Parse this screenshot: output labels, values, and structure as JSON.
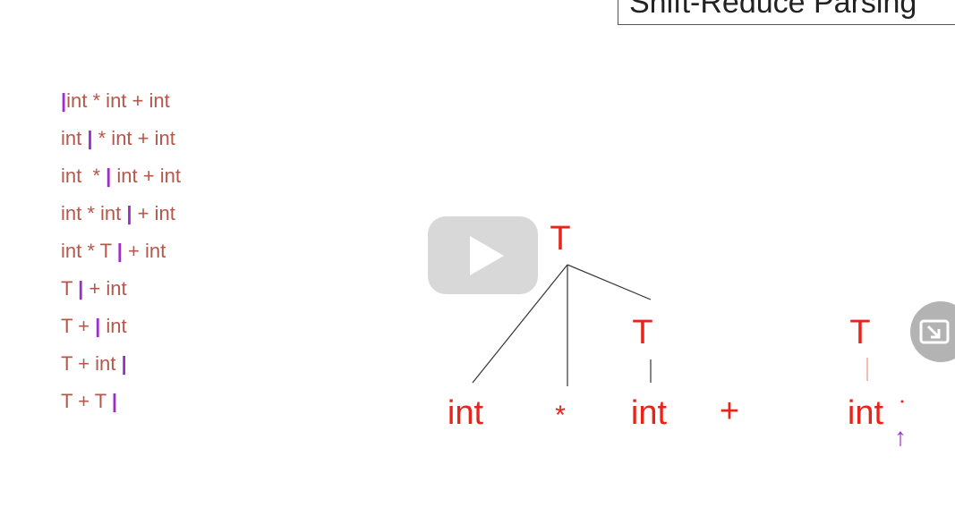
{
  "slide": {
    "title": "Shift-Reduce Parsing"
  },
  "steps": [
    {
      "before": "",
      "after": "int * int + int"
    },
    {
      "before": "int ",
      "after": " * int + int"
    },
    {
      "before": "int  * ",
      "after": " int + int"
    },
    {
      "before": "int * int ",
      "after": " + int"
    },
    {
      "before": "int * T ",
      "after": " + int"
    },
    {
      "before": "T ",
      "after": " + int"
    },
    {
      "before": "T + ",
      "after": " int"
    },
    {
      "before": "T + int ",
      "after": ""
    },
    {
      "before": "T + T ",
      "after": ""
    }
  ],
  "cursor_glyph": "|",
  "tree": {
    "root": "T",
    "sub_t1": "T",
    "sub_t2": "T",
    "tokens": [
      "int",
      "*",
      "int",
      "+",
      "int"
    ],
    "pointer": "↑"
  },
  "colors": {
    "tree_red": "#e8231a",
    "text_brown": "#b5574a",
    "bar_purple": "#9b30c8"
  },
  "player": {
    "play_icon": "play-icon",
    "pip_icon": "picture-in-picture-icon"
  }
}
